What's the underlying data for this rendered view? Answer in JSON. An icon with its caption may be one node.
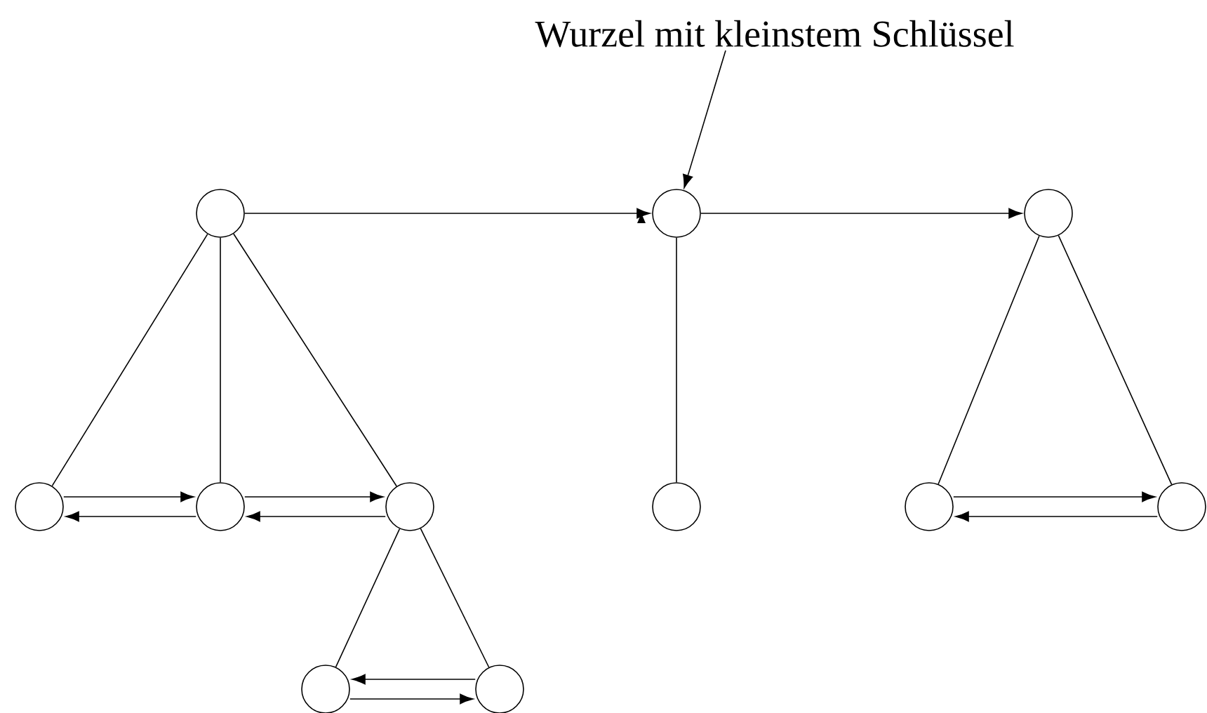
{
  "diagram": {
    "nodes": [
      {
        "text": [
          "Wurzel mit kleinstem Schlüssel"
        ]
      },
      {
        "text": [],
        "shape": "circle"
      },
      {
        "text": [],
        "shape": "circle"
      },
      {
        "text": [],
        "shape": "circle"
      },
      {
        "text": [],
        "shape": "circle"
      },
      {
        "text": [],
        "shape": "circle"
      },
      {
        "text": [],
        "shape": "circle"
      },
      {
        "text": [],
        "shape": "circle"
      },
      {
        "text": [],
        "shape": "circle"
      },
      {
        "text": [],
        "shape": "circle"
      },
      {
        "text": [],
        "shape": "circle"
      },
      {
        "text": [],
        "shape": "circle"
      }
    ],
    "edges": [
      {
        "from": 0,
        "to": 2,
        "arrow": "to"
      },
      {
        "from": 1,
        "to": 2,
        "arrow": "to"
      },
      {
        "from": 2,
        "to": 3,
        "arrow": "to"
      },
      {
        "from": 1,
        "to": 4,
        "arrow": "none"
      },
      {
        "from": 1,
        "to": 5,
        "arrow": "none"
      },
      {
        "from": 1,
        "to": 6,
        "arrow": "none"
      },
      {
        "from": 4,
        "to": 5,
        "arrow": "to"
      },
      {
        "from": 5,
        "to": 4,
        "arrow": "to"
      },
      {
        "from": 5,
        "to": 6,
        "arrow": "to"
      },
      {
        "from": 6,
        "to": 5,
        "arrow": "to"
      },
      {
        "from": 6,
        "to": 7,
        "arrow": "none"
      },
      {
        "from": 6,
        "to": 8,
        "arrow": "none"
      },
      {
        "from": 8,
        "to": 7,
        "arrow": "to"
      },
      {
        "from": 7,
        "to": 8,
        "arrow": "to"
      },
      {
        "from": 2,
        "to": 9,
        "arrow": "none"
      },
      {
        "from": 3,
        "to": 10,
        "arrow": "none"
      },
      {
        "from": 3,
        "to": 11,
        "arrow": "none"
      },
      {
        "from": 10,
        "to": 11,
        "arrow": "to"
      },
      {
        "from": 11,
        "to": 10,
        "arrow": "to"
      }
    ]
  }
}
